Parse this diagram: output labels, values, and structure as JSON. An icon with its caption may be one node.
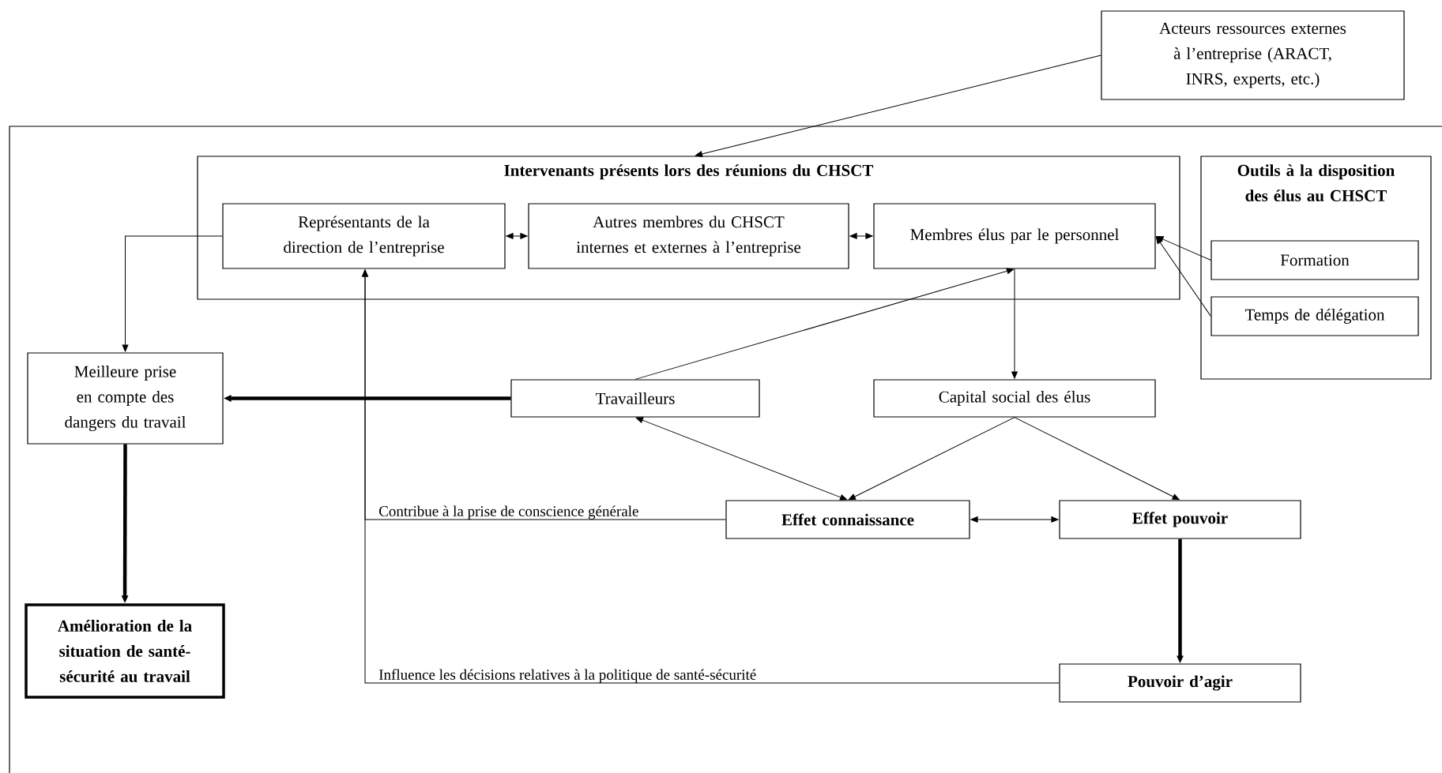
{
  "diagram": {
    "nodes": [
      {
        "text": [
          "Acteurs ressources externes à l’entreprise (ARACT, INRS, experts, etc.)"
        ]
      },
      {
        "text": [
          "Intervenants présents lors des réunions du CHSCT"
        ]
      },
      {
        "text": [
          "Représentants de la direction de l’entreprise"
        ],
        "in": 1
      },
      {
        "text": [
          "Autres membres du CHSCT internes et externes à l’entreprise"
        ],
        "in": 1
      },
      {
        "text": [
          "Membres élus par le personnel"
        ],
        "in": 1
      },
      {
        "text": [
          "Outils à la disposition des élus au CHSCT"
        ]
      },
      {
        "text": [
          "Formation"
        ],
        "in": 5
      },
      {
        "text": [
          "Temps de délégation"
        ],
        "in": 5
      },
      {
        "text": [
          "Meilleure prise en compte des dangers du travail"
        ]
      },
      {
        "text": [
          "Travailleurs"
        ]
      },
      {
        "text": [
          "Capital social des élus"
        ]
      },
      {
        "text": [
          "Effet connaissance"
        ]
      },
      {
        "text": [
          "Effet pouvoir"
        ]
      },
      {
        "text": [
          "Pouvoir d’agir"
        ]
      },
      {
        "text": [
          "Amélioration de la situation de santé-sécurité au travail"
        ]
      }
    ],
    "edges": [
      {
        "from": 0,
        "to": 1,
        "arrow": "to"
      },
      {
        "from": 2,
        "to": 3,
        "arrow": "both"
      },
      {
        "from": 3,
        "to": 4,
        "arrow": "both"
      },
      {
        "from": 6,
        "to": 4,
        "arrow": "to"
      },
      {
        "from": 7,
        "to": 4,
        "arrow": "to"
      },
      {
        "from": 2,
        "to": 8,
        "arrow": "to"
      },
      {
        "from": 9,
        "to": 4,
        "arrow": "to"
      },
      {
        "from": 4,
        "to": 10,
        "arrow": "to"
      },
      {
        "from": 9,
        "to": 8,
        "arrow": "to",
        "style": "thick"
      },
      {
        "from": 11,
        "to": 9,
        "arrow": "both"
      },
      {
        "from": 10,
        "to": 11,
        "arrow": "to"
      },
      {
        "from": 10,
        "to": 12,
        "arrow": "to"
      },
      {
        "from": 11,
        "to": 12,
        "arrow": "both"
      },
      {
        "from": 12,
        "to": 13,
        "arrow": "to",
        "style": "thick"
      },
      {
        "from": 8,
        "to": 14,
        "arrow": "to",
        "style": "thick"
      },
      {
        "from": 11,
        "to": 2,
        "arrow": "to",
        "label": "Contribue à la prise de conscience générale"
      },
      {
        "from": 13,
        "to": 2,
        "arrow": "to",
        "label": "Influence les décisions relatives à la politique de santé-sécurité"
      }
    ]
  }
}
